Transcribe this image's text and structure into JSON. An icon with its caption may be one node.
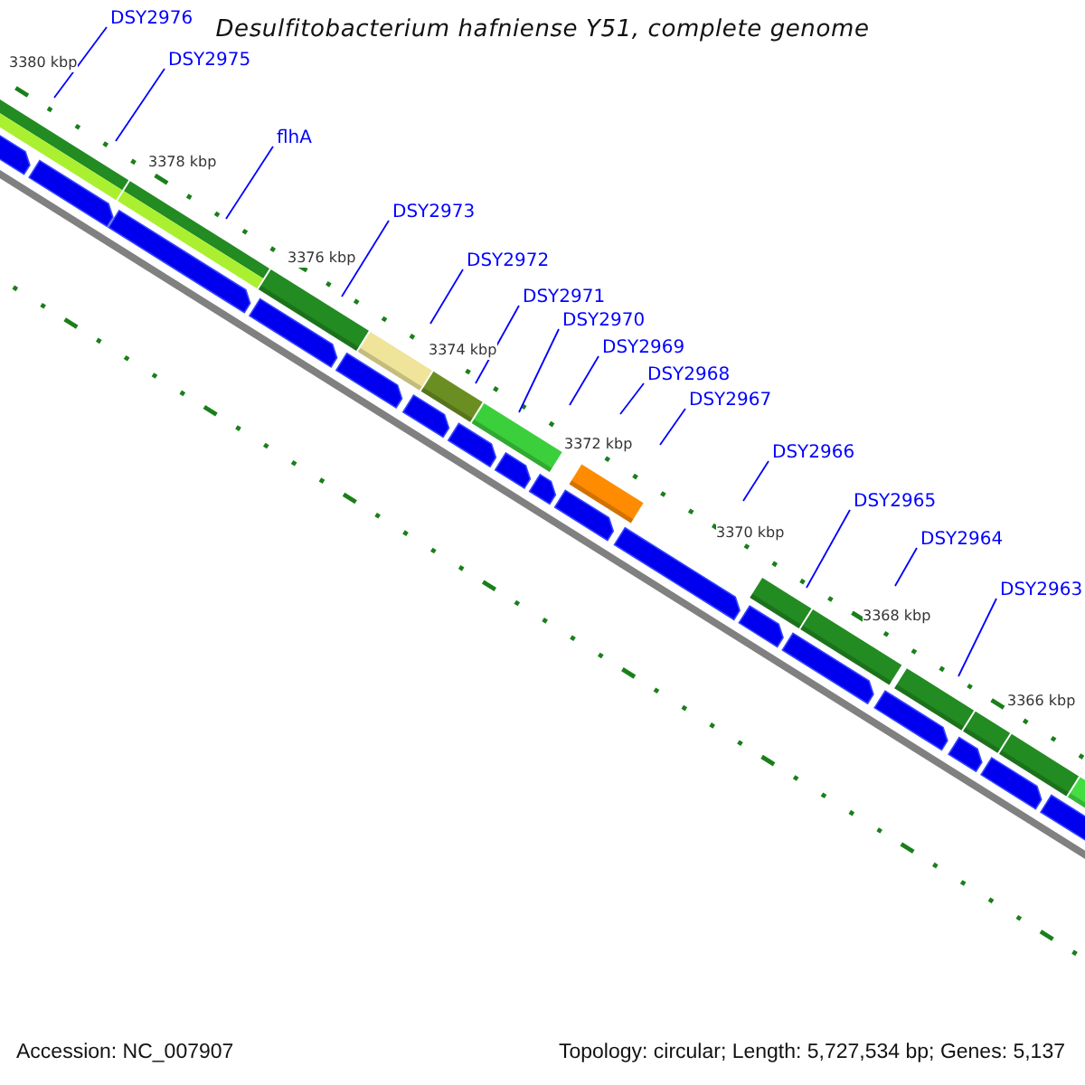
{
  "diagram": {
    "title": "Desulfitobacterium hafniense Y51, complete genome",
    "nodes": [
      {
        "text": [
          "DSY2976"
        ]
      },
      {
        "text": [
          "DSY2975"
        ]
      },
      {
        "text": [
          "flhA"
        ]
      },
      {
        "text": [
          "DSY2973"
        ]
      },
      {
        "text": [
          "DSY2972"
        ]
      },
      {
        "text": [
          "DSY2971"
        ]
      },
      {
        "text": [
          "DSY2970"
        ]
      },
      {
        "text": [
          "DSY2969"
        ]
      },
      {
        "text": [
          "DSY2968"
        ]
      },
      {
        "text": [
          "DSY2967"
        ]
      },
      {
        "text": [
          "DSY2966"
        ]
      },
      {
        "text": [
          "DSY2965"
        ]
      },
      {
        "text": [
          "DSY2964"
        ]
      },
      {
        "text": [
          "DSY2963"
        ]
      }
    ],
    "edges": [
      {
        "from": 0,
        "to": null,
        "arrow": "none"
      },
      {
        "from": 1,
        "to": null,
        "arrow": "none"
      },
      {
        "from": 2,
        "to": null,
        "arrow": "none"
      },
      {
        "from": 3,
        "to": null,
        "arrow": "none"
      },
      {
        "from": 4,
        "to": null,
        "arrow": "none"
      },
      {
        "from": 5,
        "to": null,
        "arrow": "none"
      },
      {
        "from": 6,
        "to": null,
        "arrow": "none"
      },
      {
        "from": 7,
        "to": null,
        "arrow": "none"
      },
      {
        "from": 8,
        "to": null,
        "arrow": "none"
      },
      {
        "from": 9,
        "to": null,
        "arrow": "none"
      },
      {
        "from": 10,
        "to": null,
        "arrow": "none"
      },
      {
        "from": 11,
        "to": null,
        "arrow": "none"
      },
      {
        "from": 12,
        "to": null,
        "arrow": "none"
      },
      {
        "from": 13,
        "to": null,
        "arrow": "none"
      }
    ],
    "labels": [
      "3380 kbp",
      "3378 kbp",
      "3376 kbp",
      "3374 kbp",
      "3372 kbp",
      "3370 kbp",
      "3368 kbp",
      "3366 kbp",
      "Accession: NC_007907",
      "Topology: circular; Length: 5,727,534 bp; Genes: 5,137"
    ]
  }
}
